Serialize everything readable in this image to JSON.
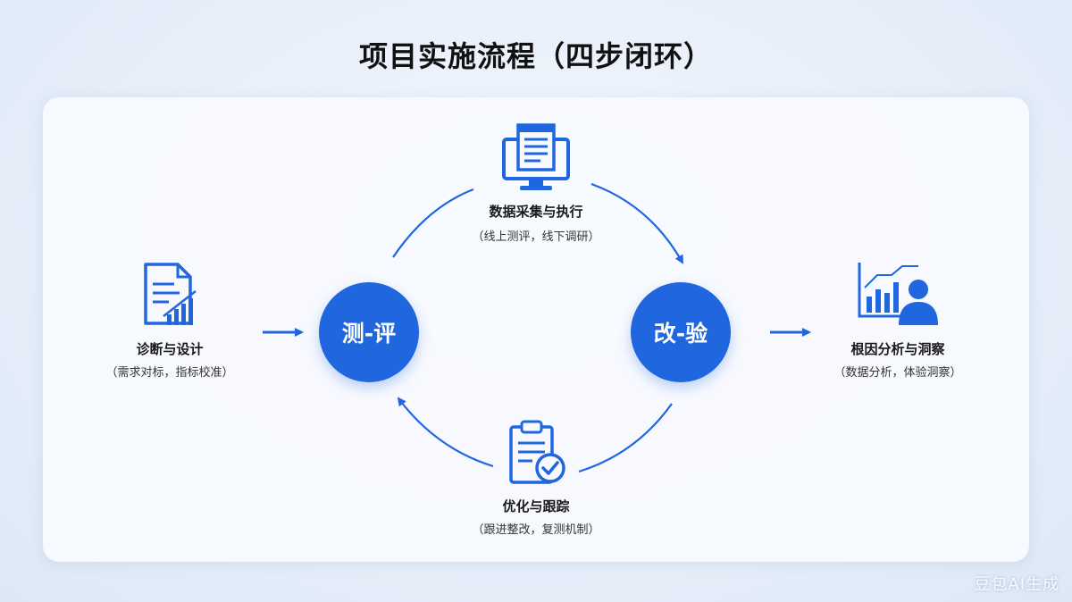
{
  "title": "项目实施流程（四步闭环）",
  "nodes": {
    "diagnosis": {
      "label": "诊断与设计",
      "sub": "（需求对标，指标校准）",
      "icon": "document-chart-icon"
    },
    "collection": {
      "label": "数据采集与执行",
      "sub": "（线上测评，线下调研）",
      "icon": "monitor-document-icon"
    },
    "analysis": {
      "label": "根因分析与洞察",
      "sub": "（数据分析，体验洞察）",
      "icon": "chart-person-icon"
    },
    "optimize": {
      "label": "优化与跟踪",
      "sub": "（跟进整改，复测机制）",
      "icon": "clipboard-check-icon"
    }
  },
  "circles": {
    "measure": "测-评",
    "improve": "改-验"
  },
  "colors": {
    "accent": "#1f66df",
    "title": "#111111"
  },
  "watermark": "豆包AI生成"
}
